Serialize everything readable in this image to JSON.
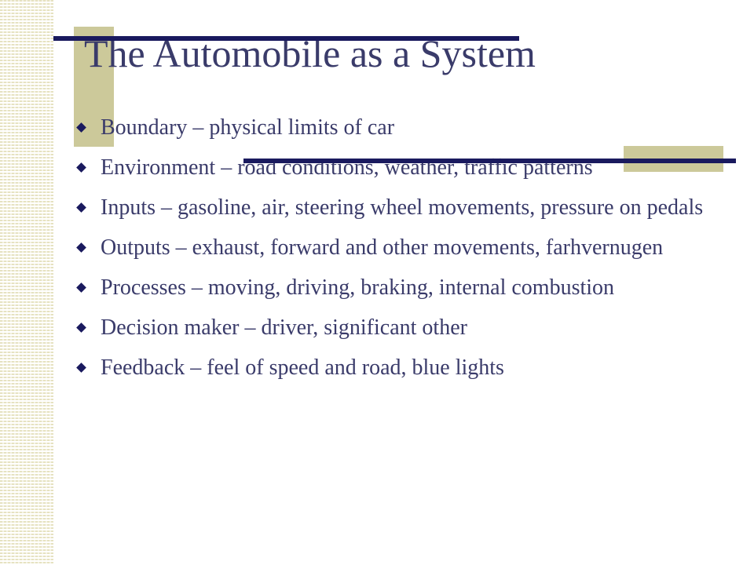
{
  "slide": {
    "title": "The Automobile as a System",
    "bullets": [
      {
        "text": "Boundary – physical limits of car"
      },
      {
        "text": "Environment – road conditions, weather, traffic patterns"
      },
      {
        "text": "Inputs – gasoline, air, steering wheel movements, pressure on pedals"
      },
      {
        "text": "Outputs – exhaust, forward and other movements, farhvernugen"
      },
      {
        "text": "Processes – moving, driving, braking, internal combustion"
      },
      {
        "text": "Decision maker – driver, significant other"
      },
      {
        "text": "Feedback – feel of speed and road, blue lights"
      }
    ]
  },
  "theme": {
    "text_color": "#3a3b6a",
    "line_color": "#1a1a5e",
    "accent_color": "#ccc99a",
    "bullet_icon": "diamond-bullet-icon"
  }
}
